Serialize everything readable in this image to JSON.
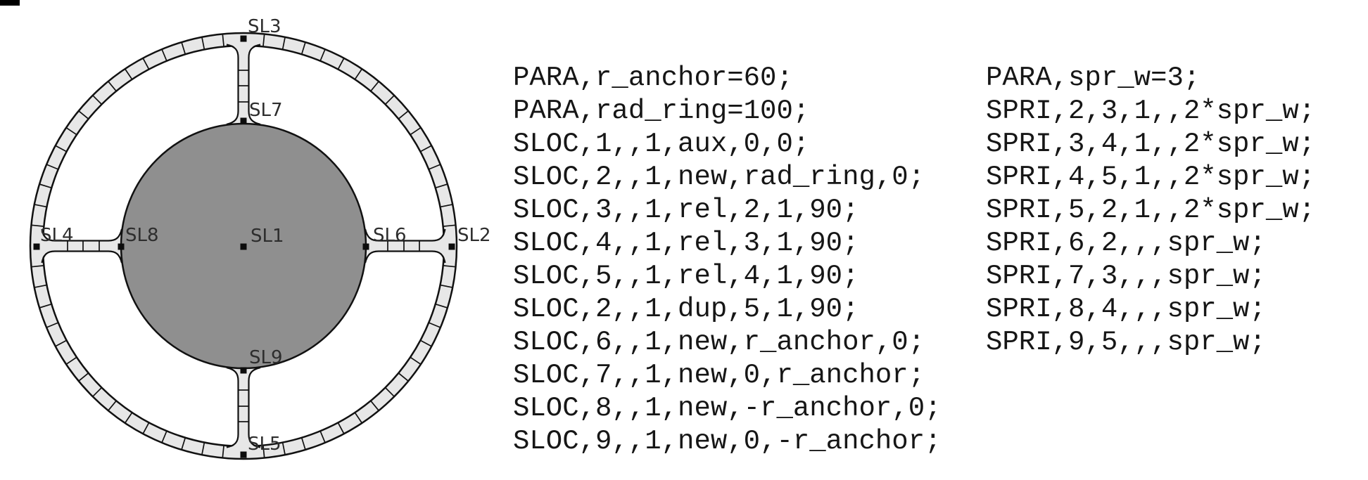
{
  "figure": {
    "description": "Ring structure with segmented outer ring, four segmented spokes and central hub disc, plus model definition code"
  },
  "diagram": {
    "labels": {
      "sl1": "SL1",
      "sl2": "SL2",
      "sl3": "SL3",
      "sl4": "SL4",
      "sl5": "SL5",
      "sl6": "SL6",
      "sl7": "SL7",
      "sl8": "SL8",
      "sl9": "SL9"
    },
    "colors": {
      "ring_fill": "#e7e7e7",
      "hub_fill": "#8f8f8f",
      "outline": "#111111",
      "background": "#ffffff"
    }
  },
  "code": {
    "left": {
      "lines": [
        "PARA,r_anchor=60;",
        "PARA,rad_ring=100;",
        "SLOC,1,,1,aux,0,0;",
        "SLOC,2,,1,new,rad_ring,0;",
        "SLOC,3,,1,rel,2,1,90;",
        "SLOC,4,,1,rel,3,1,90;",
        "SLOC,5,,1,rel,4,1,90;",
        "SLOC,2,,1,dup,5,1,90;",
        "SLOC,6,,1,new,r_anchor,0;",
        "SLOC,7,,1,new,0,r_anchor;",
        "SLOC,8,,1,new,-r_anchor,0;",
        "SLOC,9,,1,new,0,-r_anchor;"
      ]
    },
    "right": {
      "lines": [
        "PARA,spr_w=3;",
        "SPRI,2,3,1,,2*spr_w;",
        "SPRI,3,4,1,,2*spr_w;",
        "SPRI,4,5,1,,2*spr_w;",
        "SPRI,5,2,1,,2*spr_w;",
        "SPRI,6,2,,,spr_w;",
        "SPRI,7,3,,,spr_w;",
        "SPRI,8,4,,,spr_w;",
        "SPRI,9,5,,,spr_w;"
      ]
    }
  }
}
